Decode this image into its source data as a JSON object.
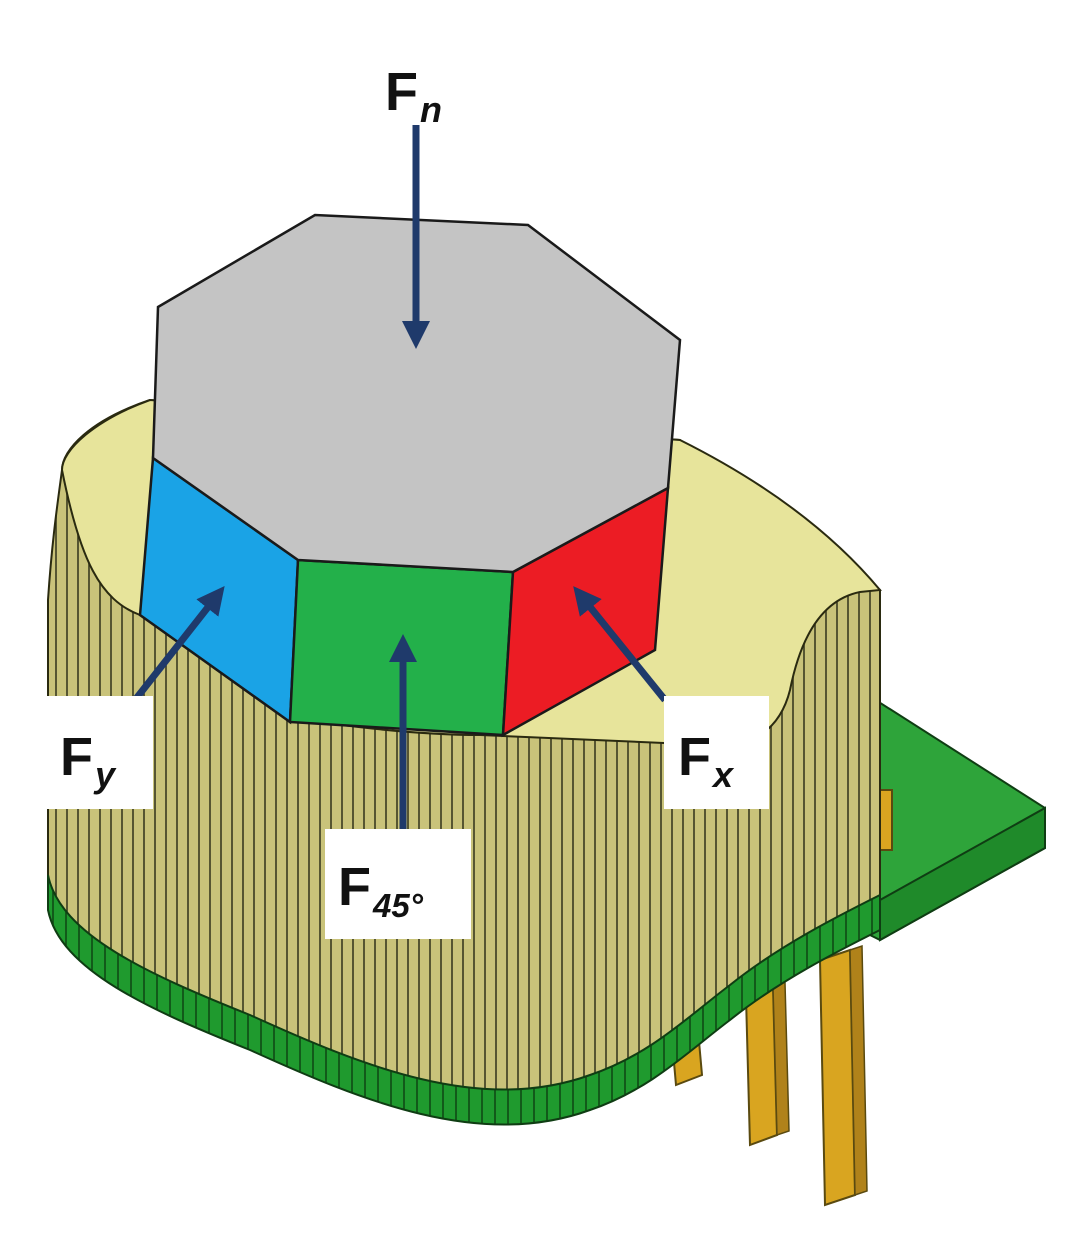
{
  "diagram": {
    "labels": {
      "normal": {
        "main": "F",
        "sub": "n"
      },
      "y": {
        "main": "F",
        "sub": "y"
      },
      "deg45": {
        "main": "F",
        "sub": "45°"
      },
      "x": {
        "main": "F",
        "sub": "x"
      }
    },
    "colors": {
      "top_face": "#c4c4c4",
      "face_y": "#1aa3e6",
      "face_45": "#23b04a",
      "face_x": "#ec1c24",
      "housing": "#e7e49b",
      "housing_side": "#c9c37a",
      "base_band": "#1f9a2e",
      "pcb": "#2ea43a",
      "pins": "#d9a520",
      "arrow": "#1f3a6b"
    }
  }
}
